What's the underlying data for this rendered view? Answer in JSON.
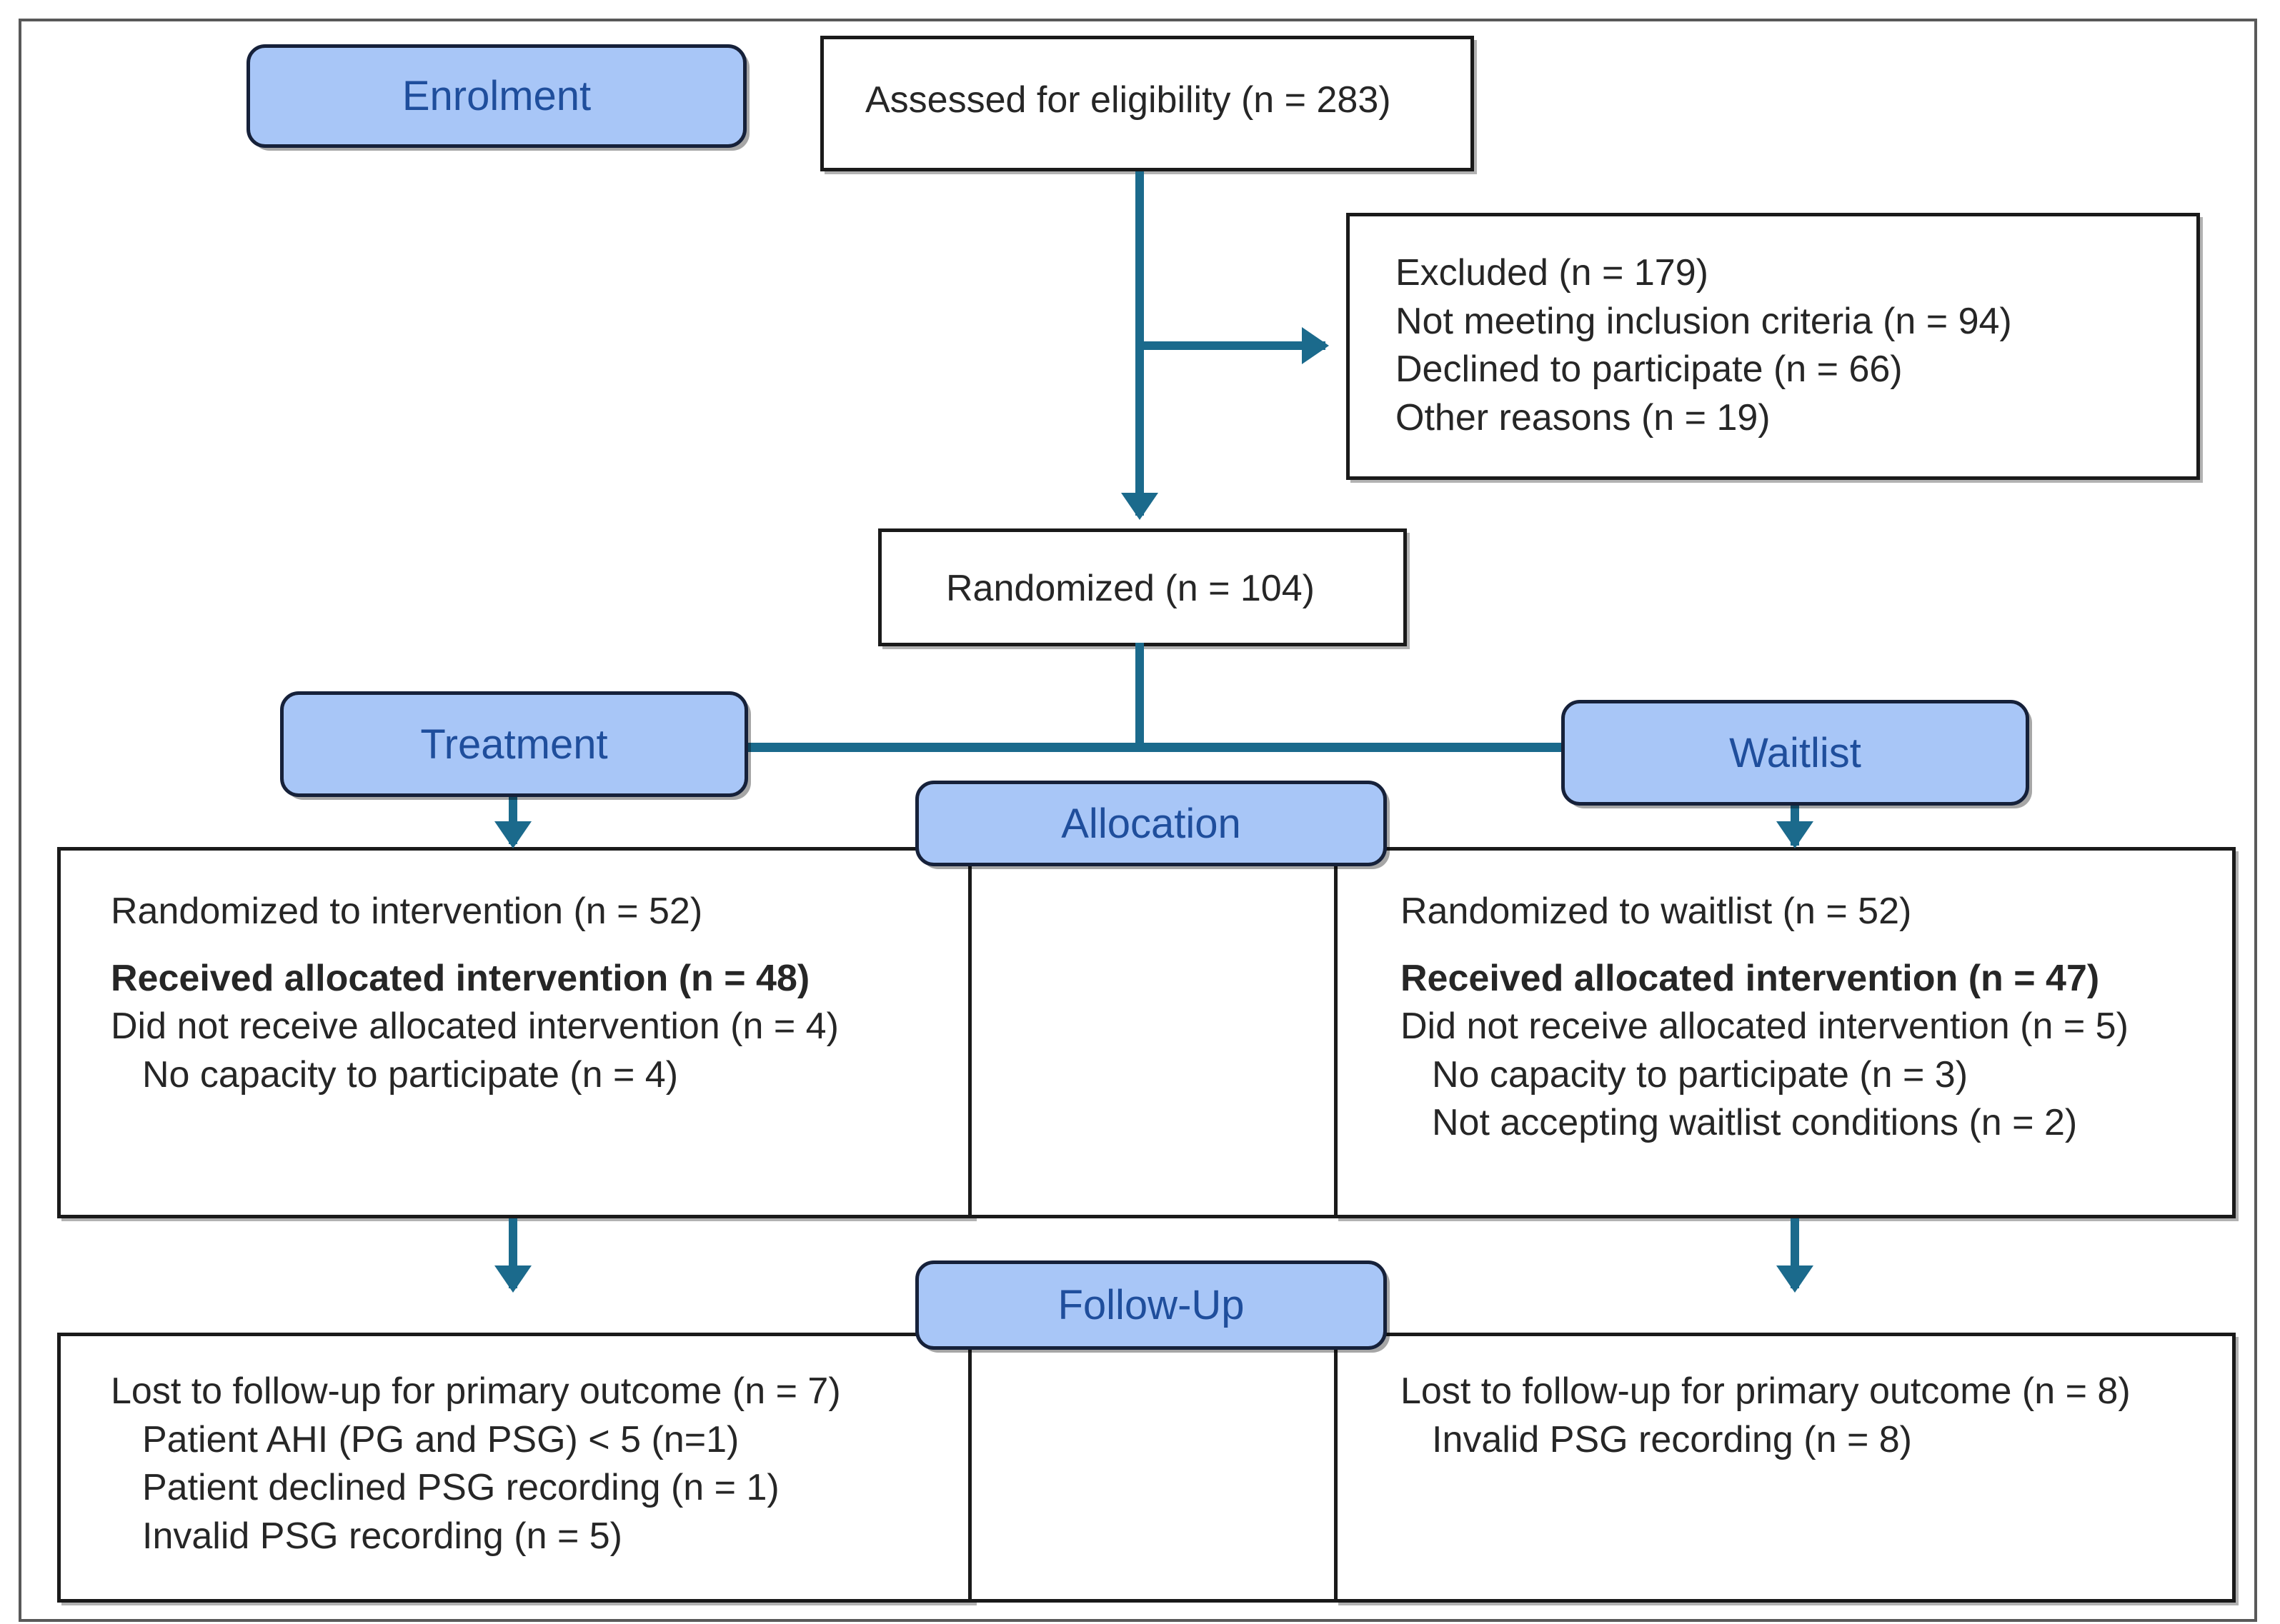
{
  "diagram": {
    "title": "CONSORT participant flow diagram",
    "colors": {
      "badge_fill": "#A8C6F7",
      "badge_text": "#1F4E9C",
      "badge_border": "#16213a",
      "arrow": "#1B6A8C",
      "box_border": "#1a1a1a",
      "box_text": "#262626",
      "page_border": "#595959"
    },
    "stage_badges": [
      {
        "id": "enrolment",
        "label": "Enrolment"
      },
      {
        "id": "allocation",
        "label": "Allocation"
      },
      {
        "id": "follow-up",
        "label": "Follow-Up"
      },
      {
        "id": "treatment",
        "label": "Treatment"
      },
      {
        "id": "waitlist",
        "label": "Waitlist"
      }
    ],
    "assessed": {
      "line1": "Assessed for eligibility (n = 283)"
    },
    "excluded": {
      "line1": "Excluded (n = 179)",
      "line2": "Not meeting inclusion criteria (n = 94)",
      "line3": "Declined to participate (n = 66)",
      "line4": "Other reasons (n = 19)"
    },
    "randomized": {
      "line1": "Randomized (n = 104)"
    },
    "allocation_left": {
      "line1": "Randomized to intervention (n = 52)",
      "line2": "Received allocated intervention (n = 48)",
      "line3": "Did not receive allocated intervention (n = 4)",
      "line4": "No capacity to participate (n = 4)"
    },
    "allocation_right": {
      "line1": "Randomized to waitlist (n = 52)",
      "line2": "Received allocated intervention (n = 47)",
      "line3": "Did not receive allocated intervention (n = 5)",
      "line4": "No capacity to participate (n = 3)",
      "line5": "Not accepting waitlist conditions (n = 2)"
    },
    "followup_left": {
      "line1": "Lost to follow-up for primary outcome (n = 7)",
      "line2": "Patient AHI (PG and PSG) < 5 (n=1)",
      "line3": "Patient declined PSG recording (n = 1)",
      "line4": "Invalid PSG recording (n = 5)"
    },
    "followup_right": {
      "line1": "Lost to follow-up for primary outcome (n = 8)",
      "line2": "Invalid PSG recording (n = 8)"
    }
  }
}
